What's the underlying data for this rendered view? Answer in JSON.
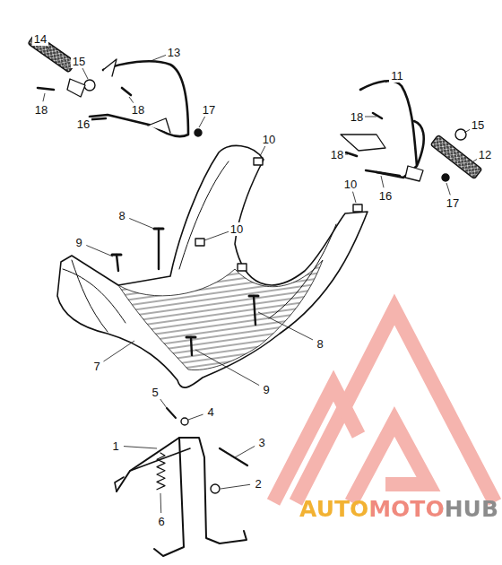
{
  "diagram": {
    "labels": [
      "14",
      "13",
      "11",
      "15",
      "15",
      "18",
      "18",
      "18",
      "17",
      "12",
      "16",
      "10",
      "18",
      "16",
      "17",
      "10",
      "8",
      "10",
      "9",
      "8",
      "7",
      "9",
      "5",
      "4",
      "1",
      "3",
      "2",
      "6",
      "AUTOMOTOHUB"
    ]
  }
}
